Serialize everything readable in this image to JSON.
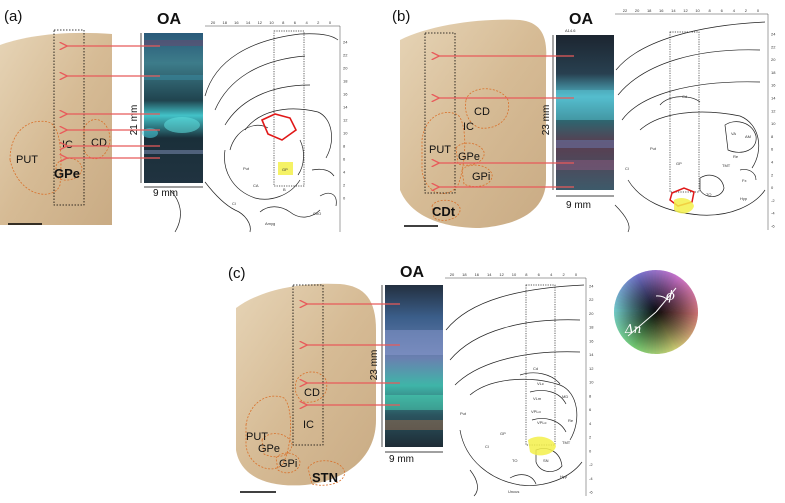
{
  "panels": [
    {
      "id": "a",
      "label": "(a)",
      "atlas_title": "OA",
      "height_label": "21 mm",
      "width_label": "9 mm",
      "regions": [
        "PUT",
        "IC",
        "CD",
        "GPe"
      ],
      "bold_region": "GPe",
      "atlas_labels": [
        "Put",
        "CA",
        "Cl",
        "Amyg",
        "ChO",
        "GP",
        "B"
      ],
      "scale_ticks_top": [
        "20",
        "18",
        "16",
        "14",
        "12",
        "10",
        "8",
        "6",
        "4",
        "2",
        "0"
      ],
      "scale_ticks_side": [
        "24",
        "22",
        "20",
        "18",
        "16",
        "14",
        "12",
        "10",
        "8",
        "6",
        "4",
        "2",
        "0"
      ]
    },
    {
      "id": "b",
      "label": "(b)",
      "atlas_title": "OA",
      "atlas_code": "A14.6",
      "height_label": "23 mm",
      "width_label": "9 mm",
      "regions": [
        "CD",
        "IC",
        "PUT",
        "GPe",
        "GPi"
      ],
      "bold_region": "CDt",
      "atlas_labels": [
        "Cd",
        "Put",
        "Cl",
        "GP",
        "TO",
        "VA",
        "AM",
        "Re",
        "Hyp",
        "TMT",
        "Fx"
      ],
      "scale_ticks_top": [
        "22",
        "20",
        "18",
        "16",
        "14",
        "12",
        "10",
        "8",
        "6",
        "4",
        "2",
        "0"
      ],
      "scale_ticks_side": [
        "24",
        "22",
        "20",
        "18",
        "16",
        "14",
        "12",
        "10",
        "8",
        "6",
        "4",
        "2",
        "0",
        "-2",
        "-4",
        "-6"
      ]
    },
    {
      "id": "c",
      "label": "(c)",
      "atlas_title": "OA",
      "height_label": "23 mm",
      "width_label": "9 mm",
      "regions": [
        "CD",
        "IC",
        "PUT",
        "GPe",
        "GPi"
      ],
      "bold_region": "STN",
      "atlas_labels": [
        "Cd",
        "VLc",
        "VLm",
        "VPLo",
        "VPLc",
        "MD",
        "Re",
        "GP",
        "TO",
        "Cl",
        "Put",
        "SN",
        "TMT",
        "Uncus",
        "Hyp"
      ],
      "scale_ticks_top": [
        "20",
        "18",
        "16",
        "14",
        "12",
        "10",
        "8",
        "6",
        "4",
        "2",
        "0"
      ],
      "scale_ticks_side": [
        "24",
        "22",
        "20",
        "18",
        "16",
        "14",
        "12",
        "10",
        "8",
        "6",
        "4",
        "2",
        "0",
        "-2",
        "-4",
        "-6"
      ]
    }
  ],
  "color_wheel": {
    "angle_symbol": "ϕ",
    "retardance_symbol": "Δn"
  },
  "colors": {
    "arrow": "#e85a5a",
    "region_outline": "#d9702a",
    "highlight_yellow": "#f3f04a",
    "roi_red": "#e01818",
    "tissue": "#d8bf9c"
  }
}
